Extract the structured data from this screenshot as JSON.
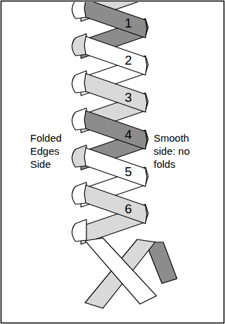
{
  "diagram": {
    "labels": [
      "1",
      "2",
      "3",
      "4",
      "5",
      "6",
      "Folded Edges Side",
      "Smooth side: no folds"
    ]
  }
}
